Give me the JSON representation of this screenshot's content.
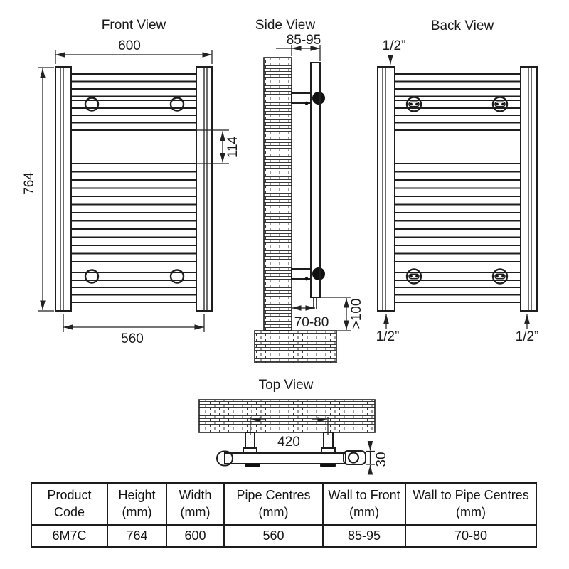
{
  "drawing": {
    "views": {
      "front": {
        "title": "Front View",
        "overall_width_mm": "600",
        "overall_height_mm": "764",
        "pipe_centres_mm": "560",
        "rail_gap_mm": "114"
      },
      "side": {
        "title": "Side View",
        "wall_to_front_mm": "85-95",
        "wall_to_pipe_centres_mm": "70-80",
        "min_clearance_below_mm": ">100"
      },
      "back": {
        "title": "Back View",
        "top_connection": "1/2”",
        "bottom_left_connection": "1/2”",
        "bottom_right_connection": "1/2”"
      },
      "top": {
        "title": "Top View",
        "bracket_centres_mm": "420",
        "depth_mm": "30"
      }
    },
    "spec_table": {
      "columns": [
        {
          "label": "Product",
          "sub": "Code",
          "value": "6M7C"
        },
        {
          "label": "Height",
          "sub": "(mm)",
          "value": "764"
        },
        {
          "label": "Width",
          "sub": "(mm)",
          "value": "600"
        },
        {
          "label": "Pipe Centres",
          "sub": "(mm)",
          "value": "560"
        },
        {
          "label": "Wall to Front",
          "sub": "(mm)",
          "value": "85-95"
        },
        {
          "label": "Wall to Pipe Centres",
          "sub": "(mm)",
          "value": "70-80"
        }
      ]
    }
  }
}
